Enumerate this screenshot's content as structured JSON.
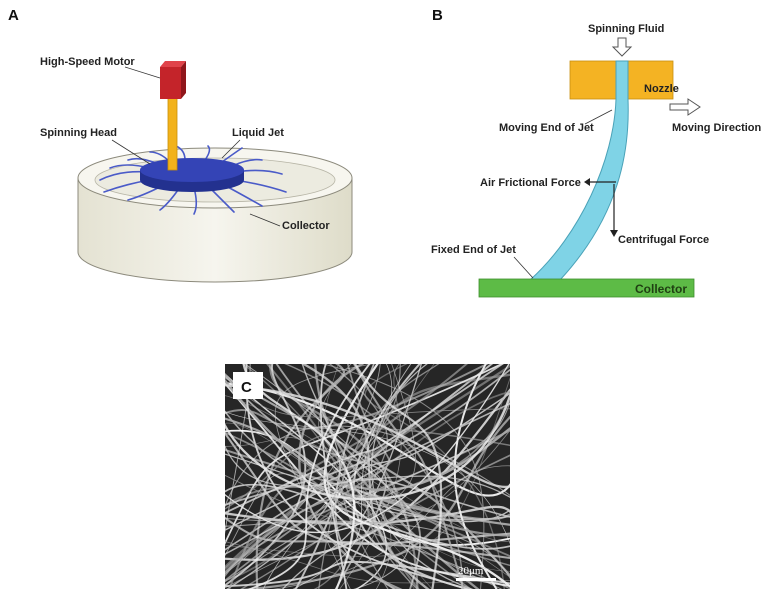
{
  "panel_a": {
    "letter": "A",
    "label_motor": "High-Speed Motor",
    "label_head": "Spinning Head",
    "label_jet": "Liquid Jet",
    "label_collector": "Collector",
    "colors": {
      "motor": "#c4242a",
      "shaft": "#f2b21b",
      "head": "#2f3fae",
      "fibers": "#4a5bc8",
      "collector": "#efeee4"
    }
  },
  "panel_b": {
    "letter": "B",
    "label_fluid": "Spinning Fluid",
    "label_nozzle": "Nozzle",
    "label_moving_end": "Moving End of Jet",
    "label_moving_dir": "Moving Direction",
    "label_air": "Air Frictional Force",
    "label_centrifugal": "Centrifugal Force",
    "label_fixed_end": "Fixed End of Jet",
    "label_collector": "Collector",
    "colors": {
      "nozzle": "#f4b323",
      "jet": "#7fd3e6",
      "collector": "#5dbb46"
    }
  },
  "panel_c": {
    "letter": "C",
    "scale_bar": "20μm"
  }
}
